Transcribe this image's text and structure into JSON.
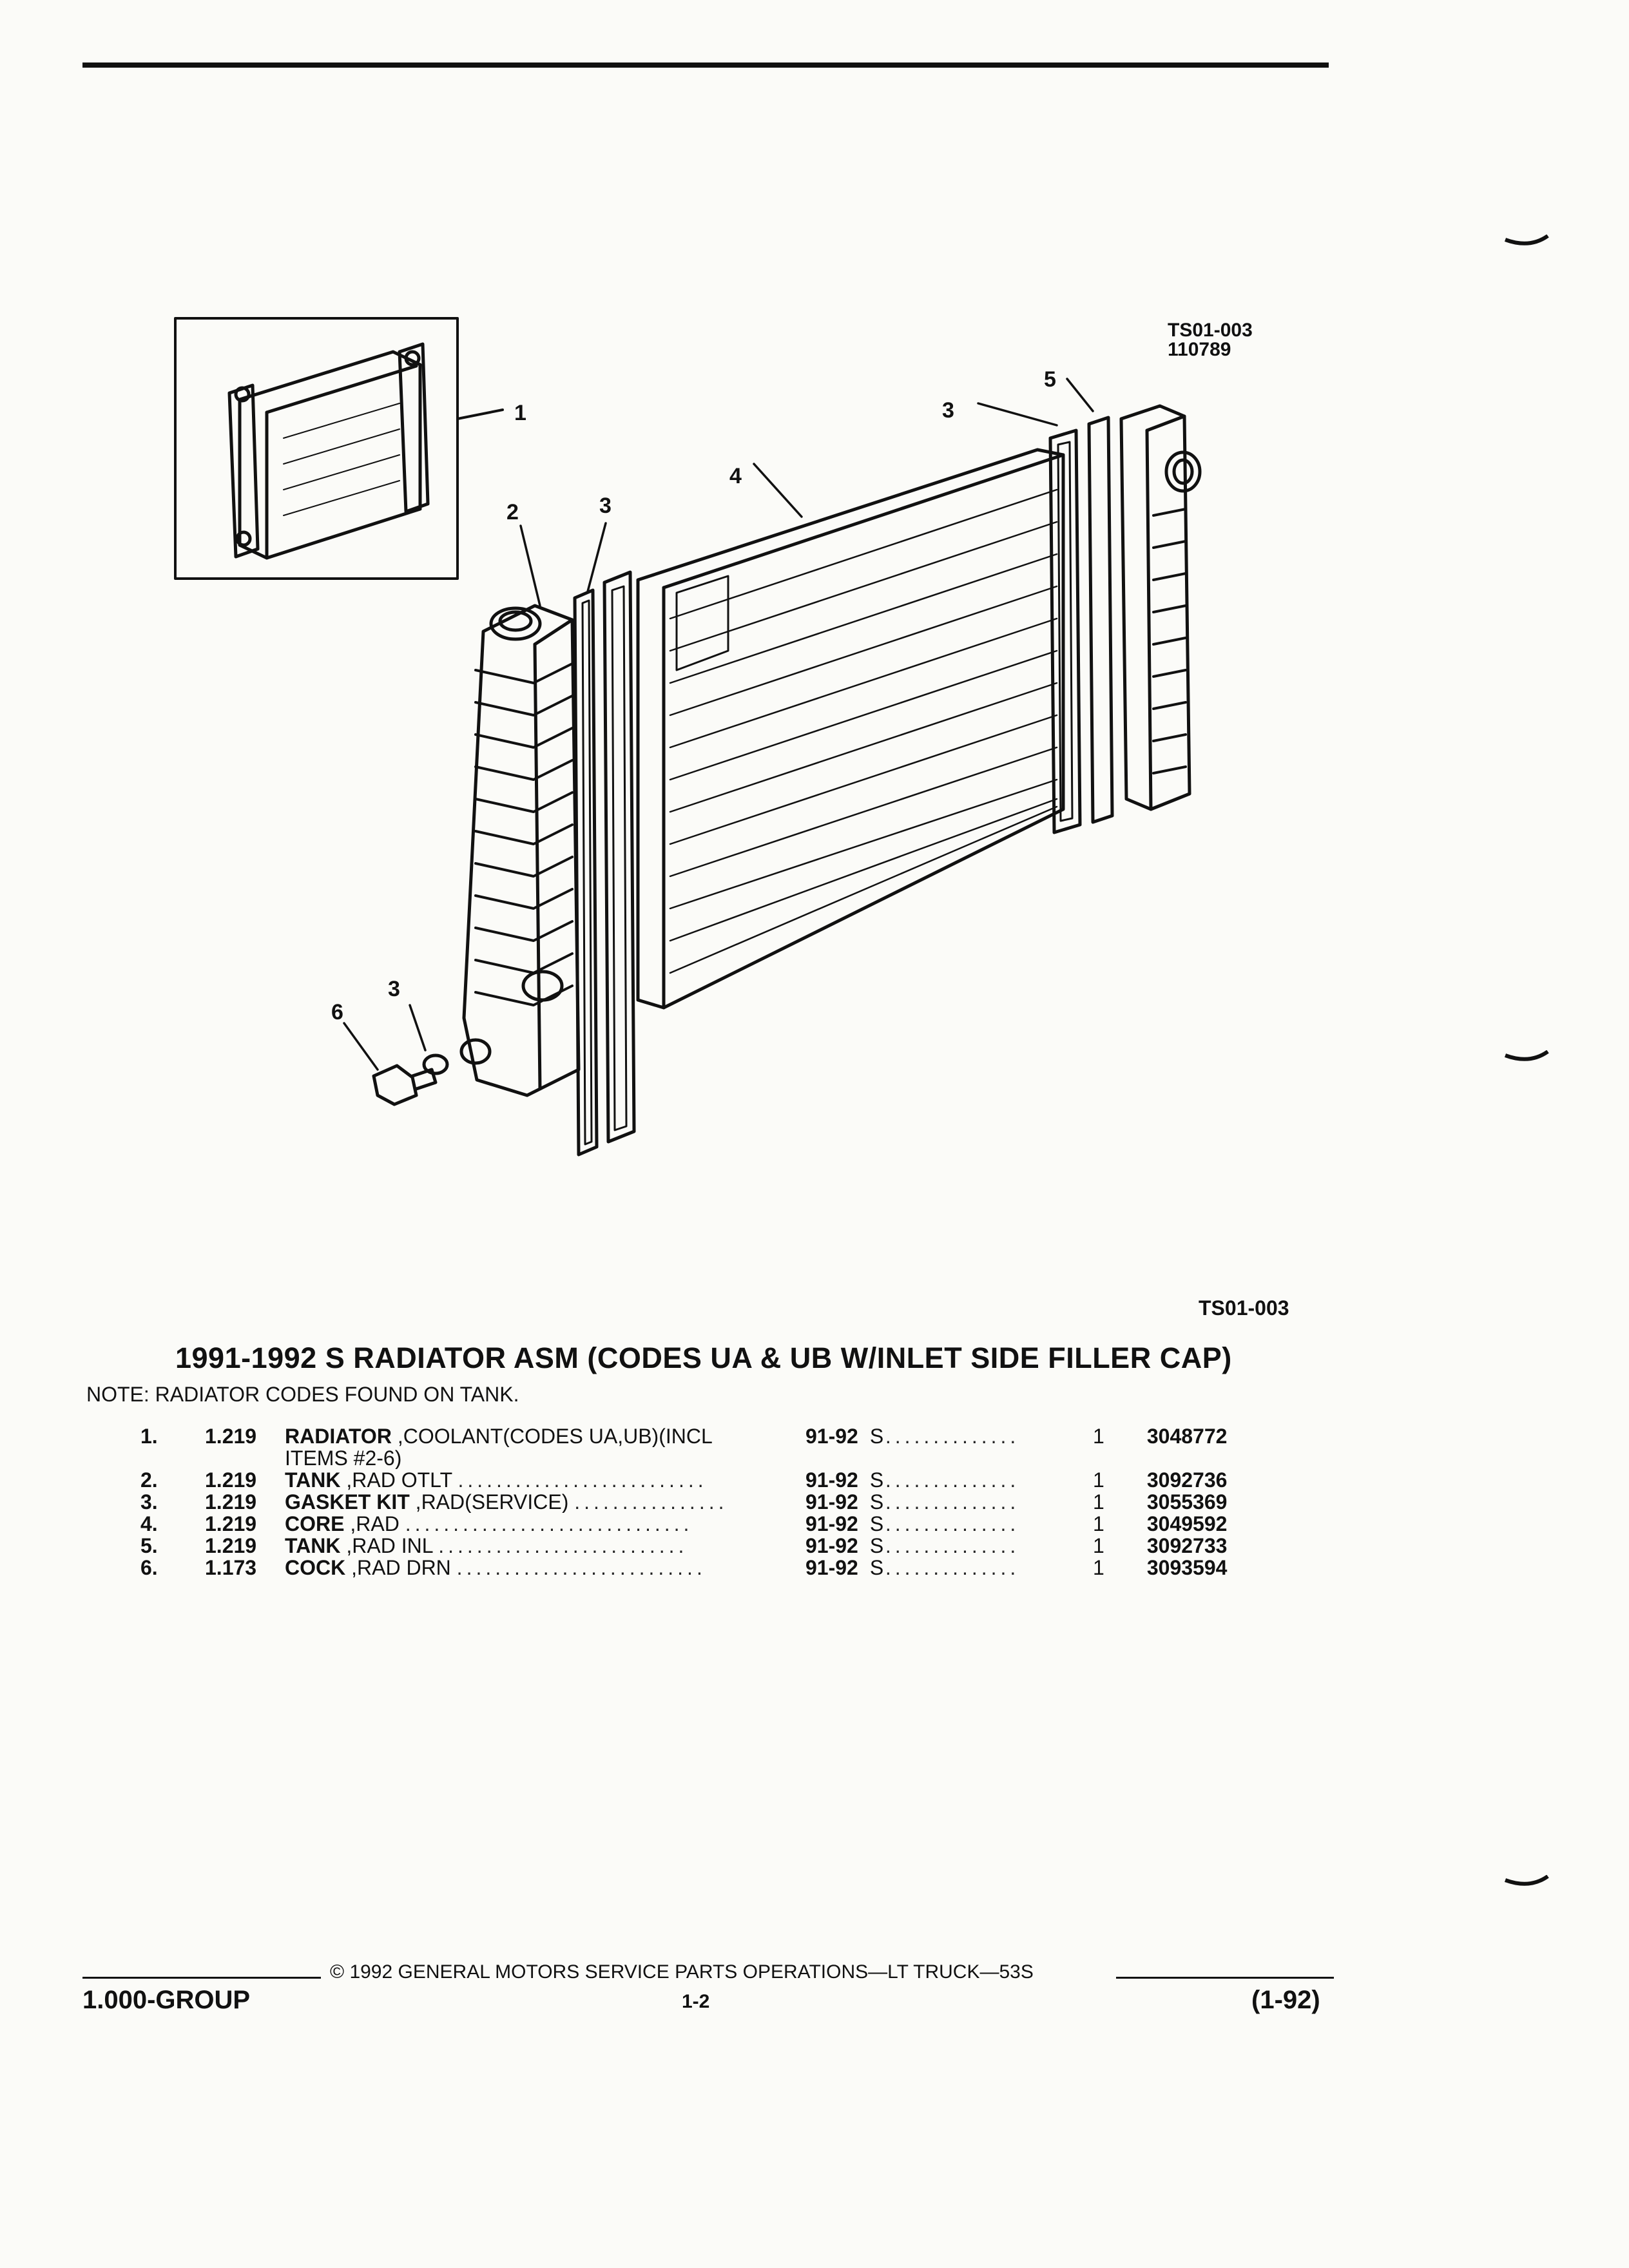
{
  "figure": {
    "ref_code": "TS01-003",
    "ref_number": "110789",
    "caption_code": "TS01-003",
    "callouts": [
      "1",
      "2",
      "3",
      "3",
      "4",
      "5",
      "3",
      "6"
    ]
  },
  "heading": {
    "title": "1991-1992 S RADIATOR ASM (CODES UA & UB W/INLET SIDE FILLER CAP)",
    "note": "NOTE:  RADIATOR CODES FOUND ON TANK."
  },
  "parts": [
    {
      "index": "1.",
      "group": "1.219",
      "name": "RADIATOR",
      "desc": " ,COOLANT(CODES UA,UB)(INCL",
      "desc2": "ITEMS #2-6)",
      "years": "91-92",
      "code": "S",
      "qty": "1",
      "part_number": "3048772"
    },
    {
      "index": "2.",
      "group": "1.219",
      "name": "TANK",
      "desc": " ,RAD OTLT",
      "desc2": "",
      "years": "91-92",
      "code": "S",
      "qty": "1",
      "part_number": "3092736"
    },
    {
      "index": "3.",
      "group": "1.219",
      "name": "GASKET KIT",
      "desc": " ,RAD(SERVICE)",
      "desc2": "",
      "years": "91-92",
      "code": "S",
      "qty": "1",
      "part_number": "3055369"
    },
    {
      "index": "4.",
      "group": "1.219",
      "name": "CORE",
      "desc": " ,RAD",
      "desc2": "",
      "years": "91-92",
      "code": "S",
      "qty": "1",
      "part_number": "3049592"
    },
    {
      "index": "5.",
      "group": "1.219",
      "name": "TANK",
      "desc": " ,RAD INL",
      "desc2": "",
      "years": "91-92",
      "code": "S",
      "qty": "1",
      "part_number": "3092733"
    },
    {
      "index": "6.",
      "group": "1.173",
      "name": "COCK",
      "desc": " ,RAD DRN",
      "desc2": "",
      "years": "91-92",
      "code": "S",
      "qty": "1",
      "part_number": "3093594"
    }
  ],
  "footer": {
    "copyright": "©  1992  GENERAL MOTORS SERVICE PARTS OPERATIONS—LT TRUCK—53S",
    "group": "1.000-GROUP",
    "page": "1-2",
    "date": "(1-92)"
  }
}
